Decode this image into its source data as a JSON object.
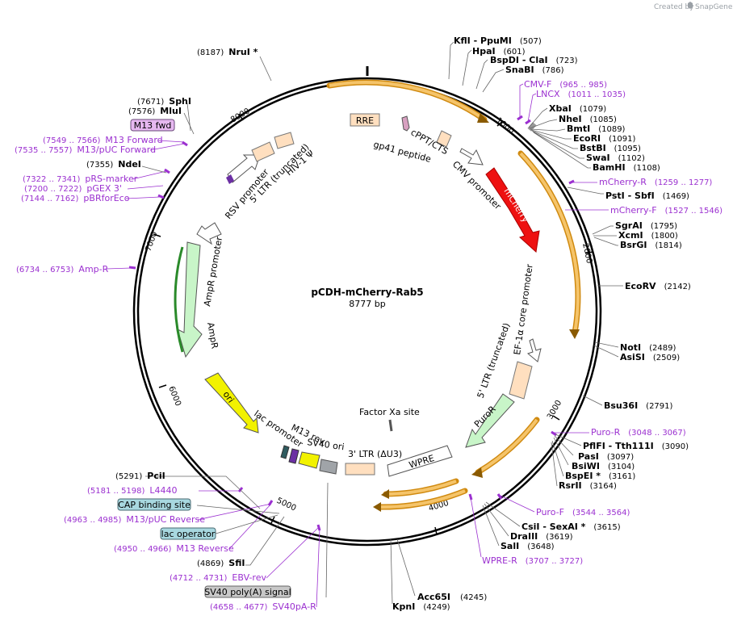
{
  "credit": {
    "prefix": "Created by",
    "brand": "SnapGene"
  },
  "plasmid": {
    "name": "pCDH-mCherry-Rab5",
    "size": "8777 bp"
  },
  "tick_marks": [
    "1000",
    "2000",
    "3000",
    "4000",
    "5000",
    "6000",
    "7000",
    "8000"
  ],
  "features": [
    {
      "label": "RRE"
    },
    {
      "label": "gp41 peptide"
    },
    {
      "label": "cPPT/CTS"
    },
    {
      "label": "CMV promoter"
    },
    {
      "label": "mCherry"
    },
    {
      "label": "EF-1α core promoter"
    },
    {
      "label": "5' LTR (truncated)"
    },
    {
      "label": "PuroR"
    },
    {
      "label": "WPRE"
    },
    {
      "label": "3' LTR (ΔU3)"
    },
    {
      "label": "Factor Xa site"
    },
    {
      "label": "SV40 ori"
    },
    {
      "label": "M13 rev"
    },
    {
      "label": "lac promoter"
    },
    {
      "label": "ori"
    },
    {
      "label": "AmpR"
    },
    {
      "label": "AmpR promoter"
    },
    {
      "label": "RSV promoter"
    },
    {
      "label": "5' LTR (truncated)"
    },
    {
      "label": "HIV-1 Ψ"
    }
  ],
  "sites_right": [
    {
      "name": "KflI",
      "name2": "PpuMI",
      "pos": "(507)"
    },
    {
      "name": "HpaI",
      "pos": "(601)"
    },
    {
      "name": "BspDI",
      "name2": "ClaI",
      "pos": "(723)"
    },
    {
      "name": "SnaBI",
      "pos": "(786)"
    },
    {
      "name": "XbaI",
      "pos": "(1079)"
    },
    {
      "name": "NheI",
      "pos": "(1085)"
    },
    {
      "name": "BmtI",
      "pos": "(1089)"
    },
    {
      "name": "EcoRI",
      "pos": "(1091)"
    },
    {
      "name": "BstBI",
      "pos": "(1095)"
    },
    {
      "name": "SwaI",
      "pos": "(1102)"
    },
    {
      "name": "BamHI",
      "pos": "(1108)"
    },
    {
      "name": "PstI",
      "name2": "SbfI",
      "pos": "(1469)"
    },
    {
      "name": "SgrAI",
      "pos": "(1795)"
    },
    {
      "name": "XcmI",
      "pos": "(1800)"
    },
    {
      "name": "BsrGI",
      "pos": "(1814)"
    },
    {
      "name": "EcoRV",
      "pos": "(2142)"
    },
    {
      "name": "NotI",
      "pos": "(2489)"
    },
    {
      "name": "AsiSI",
      "pos": "(2509)"
    },
    {
      "name": "Bsu36I",
      "pos": "(2791)"
    },
    {
      "name": "PflFI",
      "name2": "Tth111I",
      "pos": "(3090)"
    },
    {
      "name": "PasI",
      "pos": "(3097)"
    },
    {
      "name": "BsiWI",
      "pos": "(3104)"
    },
    {
      "name": "BspEI *",
      "pos": "(3161)"
    },
    {
      "name": "RsrII",
      "pos": "(3164)"
    },
    {
      "name": "CsiI",
      "name2": "SexAI *",
      "pos": "(3615)"
    },
    {
      "name": "DraIII",
      "pos": "(3619)"
    },
    {
      "name": "SalI",
      "pos": "(3648)"
    },
    {
      "name": "Acc65I",
      "pos": "(4245)"
    },
    {
      "name": "KpnI",
      "pos": "(4249)"
    }
  ],
  "sites_left": [
    {
      "name": "NruI *",
      "pos": "(8187)"
    },
    {
      "name": "SphI",
      "pos": "(7671)"
    },
    {
      "name": "MluI",
      "pos": "(7576)"
    },
    {
      "name": "NdeI",
      "pos": "(7355)"
    },
    {
      "name": "PciI",
      "pos": "(5291)"
    },
    {
      "name": "SfiI",
      "pos": "(4869)"
    }
  ],
  "primers": [
    {
      "name": "CMV-F",
      "pos": "(965 .. 985)"
    },
    {
      "name": "LNCX",
      "pos": "(1011 .. 1035)"
    },
    {
      "name": "mCherry-R",
      "pos": "(1259 .. 1277)"
    },
    {
      "name": "mCherry-F",
      "pos": "(1527 .. 1546)"
    },
    {
      "name": "Puro-R",
      "pos": "(3048 .. 3067)"
    },
    {
      "name": "Puro-F",
      "pos": "(3544 .. 3564)"
    },
    {
      "name": "WPRE-R",
      "pos": "(3707 .. 3727)"
    },
    {
      "name": "SV40pA-R",
      "pos": "(4658 .. 4677)"
    },
    {
      "name": "EBV-rev",
      "pos": "(4712 .. 4731)"
    },
    {
      "name": "M13 Reverse",
      "pos": "(4950 .. 4966)"
    },
    {
      "name": "M13/pUC Reverse",
      "pos": "(4963 .. 4985)"
    },
    {
      "name": "L4440",
      "pos": "(5181 .. 5198)"
    },
    {
      "name": "Amp-R",
      "pos": "(6734 .. 6753)"
    },
    {
      "name": "pBRforEco",
      "pos": "(7144 .. 7162)"
    },
    {
      "name": "pGEX 3'",
      "pos": "(7200 .. 7222)"
    },
    {
      "name": "pRS-marker",
      "pos": "(7322 .. 7341)"
    },
    {
      "name": "M13/pUC Forward",
      "pos": "(7535 .. 7557)"
    },
    {
      "name": "M13 Forward",
      "pos": "(7549 .. 7566)"
    }
  ],
  "tags": [
    {
      "label": "M13 fwd",
      "color": "#e6b8f0"
    },
    {
      "label": "CAP binding site",
      "color": "#a8d8e0"
    },
    {
      "label": "lac operator",
      "color": "#a8d8e0"
    },
    {
      "label": "SV40 poly(A) signal",
      "color": "#c8c8c8"
    }
  ],
  "colors": {
    "backbone": "#000000",
    "mCherry": "#ee1111",
    "orf_arrow": "#d08a10",
    "primer": "#9b30d0",
    "ori": "#f2f200",
    "promoter": "#ffffff",
    "marker": "#c8f5c8",
    "ltr": "#ffdfbf",
    "rre": "#ffdfbf"
  }
}
